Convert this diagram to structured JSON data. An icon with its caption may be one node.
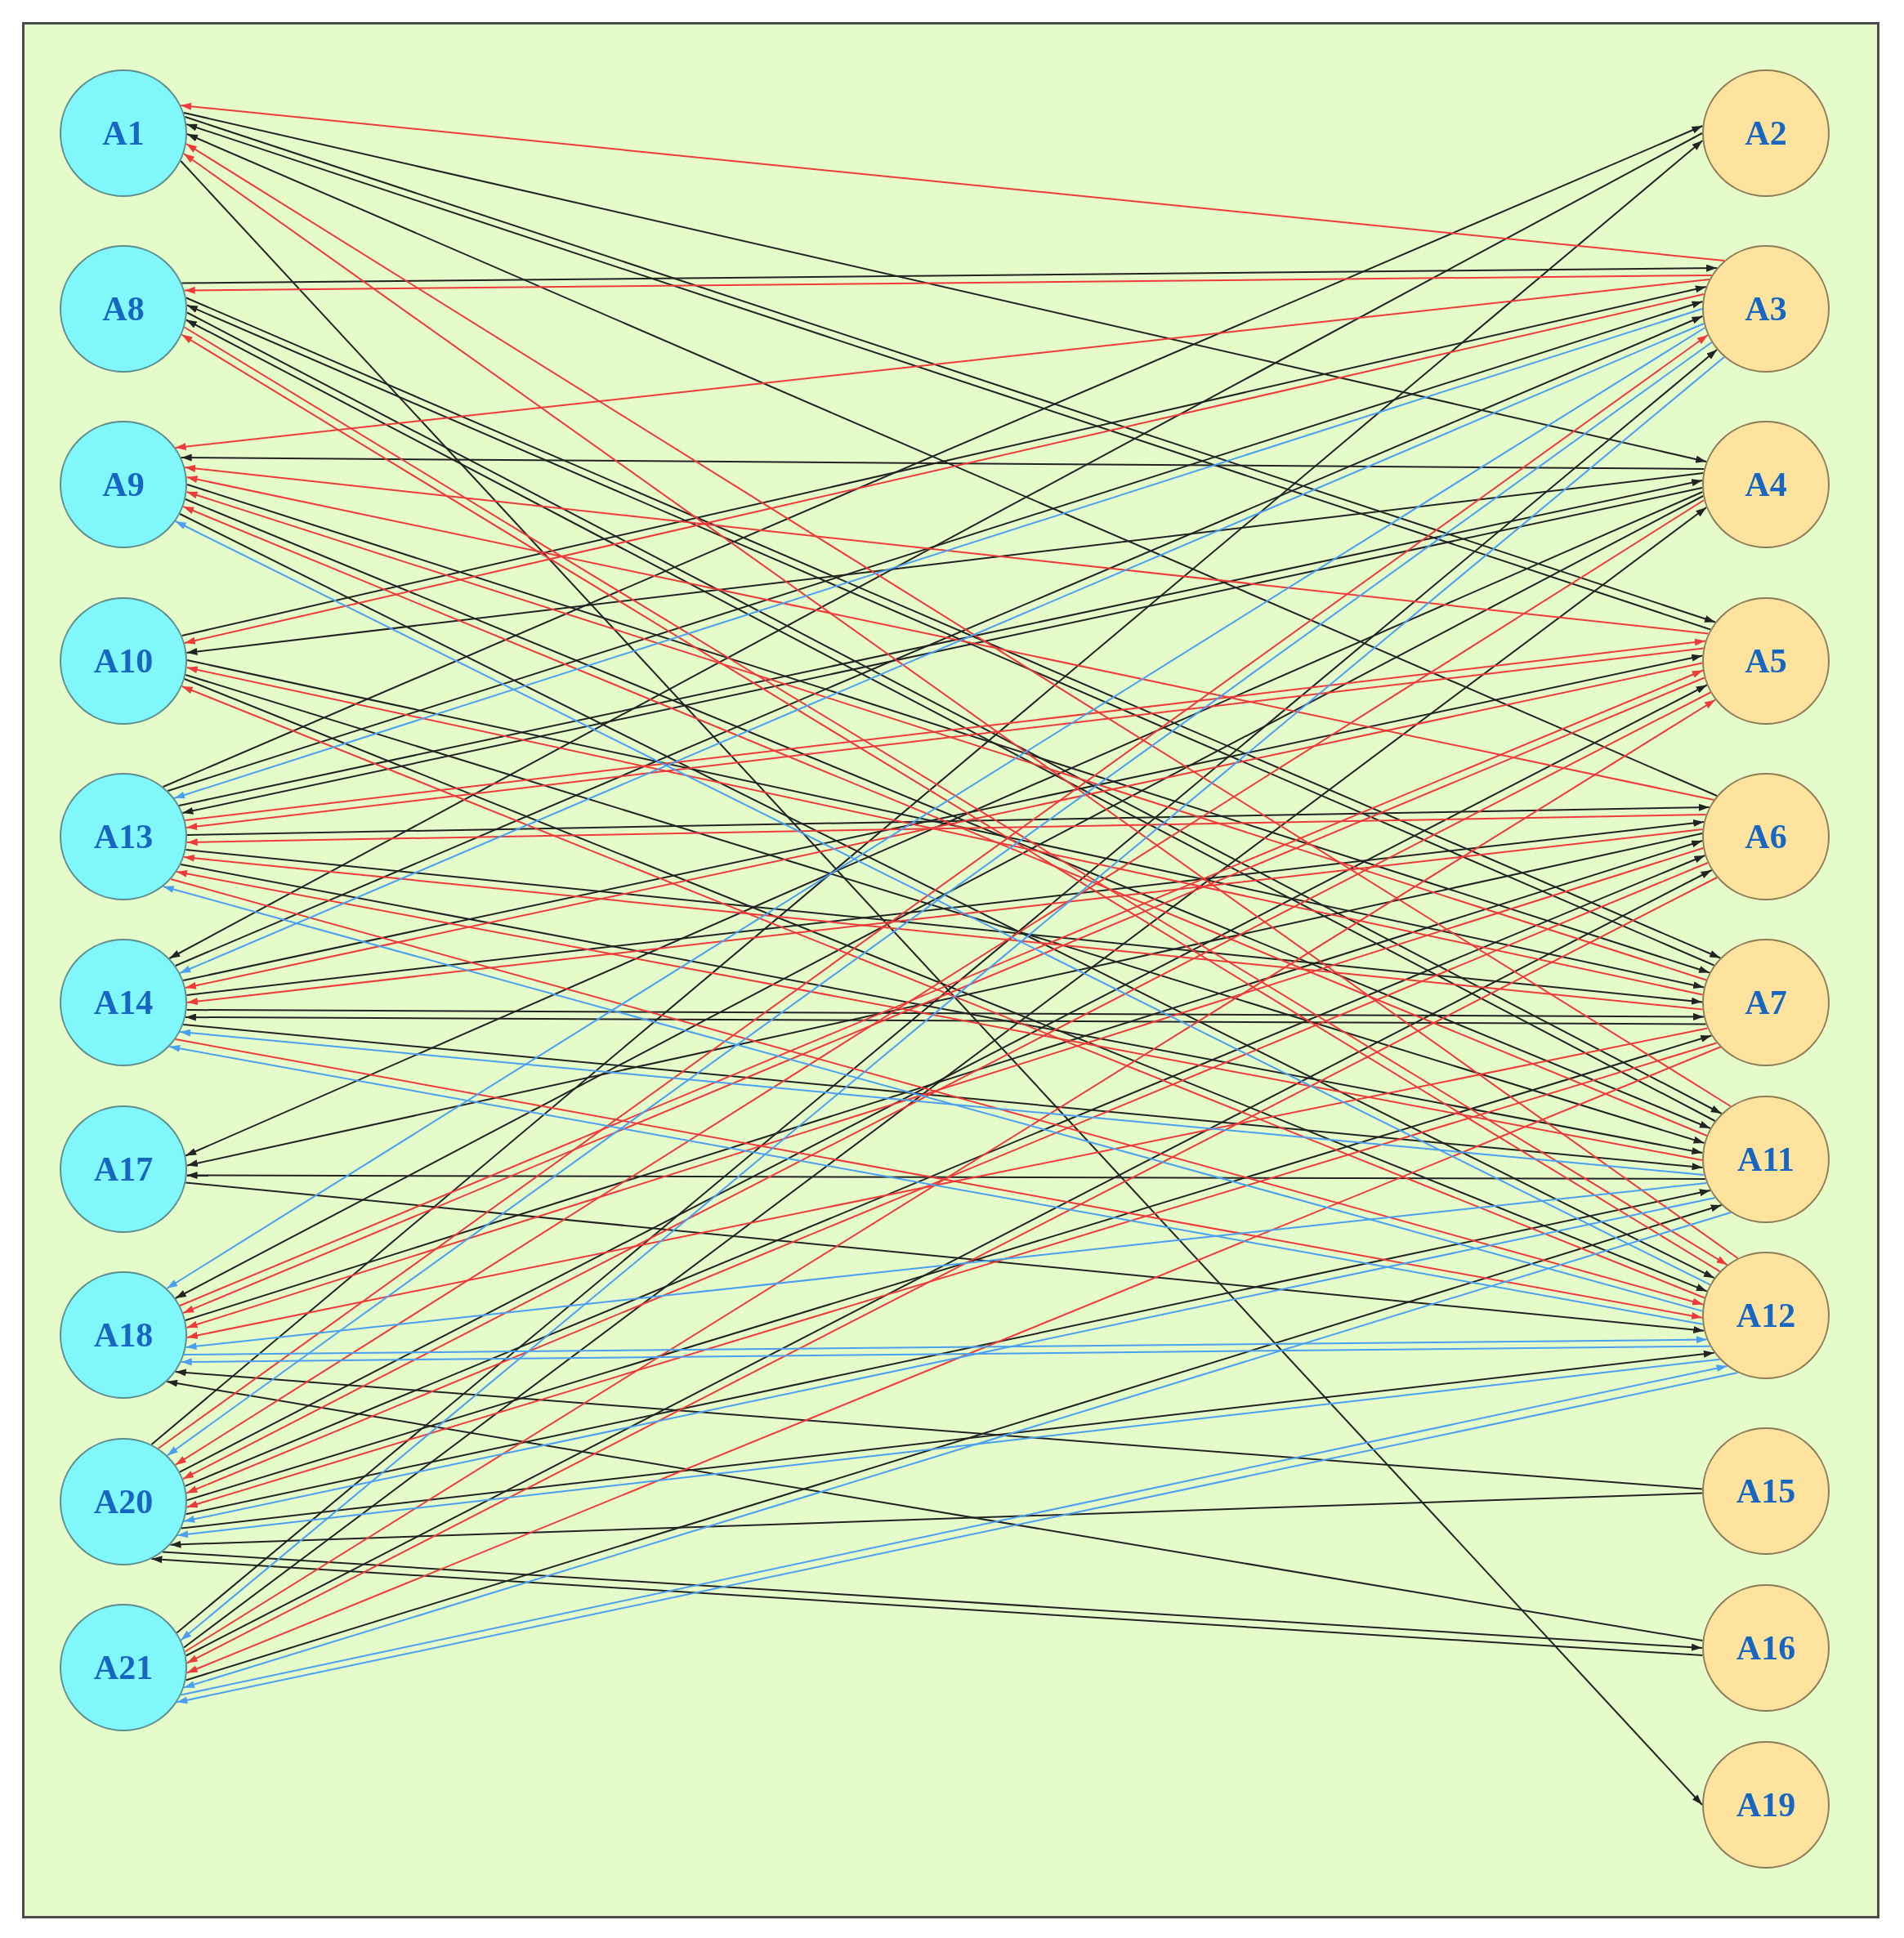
{
  "diagram": {
    "nodes": [
      {
        "text": [
          "A1"
        ]
      },
      {
        "text": [
          "A8"
        ]
      },
      {
        "text": [
          "A9"
        ]
      },
      {
        "text": [
          "A10"
        ]
      },
      {
        "text": [
          "A13"
        ]
      },
      {
        "text": [
          "A14"
        ]
      },
      {
        "text": [
          "A17"
        ]
      },
      {
        "text": [
          "A18"
        ]
      },
      {
        "text": [
          "A20"
        ]
      },
      {
        "text": [
          "A21"
        ]
      },
      {
        "text": [
          "A2"
        ]
      },
      {
        "text": [
          "A3"
        ]
      },
      {
        "text": [
          "A4"
        ]
      },
      {
        "text": [
          "A5"
        ]
      },
      {
        "text": [
          "A6"
        ]
      },
      {
        "text": [
          "A7"
        ]
      },
      {
        "text": [
          "A11"
        ]
      },
      {
        "text": [
          "A12"
        ]
      },
      {
        "text": [
          "A15"
        ]
      },
      {
        "text": [
          "A16"
        ]
      },
      {
        "text": [
          "A19"
        ]
      }
    ],
    "edges": [
      {
        "from": 0,
        "to": 12,
        "arrow": "to"
      },
      {
        "from": 0,
        "to": 13,
        "arrow": "to"
      },
      {
        "from": 0,
        "to": 20,
        "arrow": "to"
      },
      {
        "from": 13,
        "to": 0,
        "arrow": "to"
      },
      {
        "from": 14,
        "to": 0,
        "arrow": "to"
      },
      {
        "from": 1,
        "to": 11,
        "arrow": "to"
      },
      {
        "from": 1,
        "to": 15,
        "arrow": "to"
      },
      {
        "from": 1,
        "to": 16,
        "arrow": "to"
      },
      {
        "from": 15,
        "to": 1,
        "arrow": "to"
      },
      {
        "from": 16,
        "to": 1,
        "arrow": "to"
      },
      {
        "from": 2,
        "to": 15,
        "arrow": "to"
      },
      {
        "from": 2,
        "to": 16,
        "arrow": "to"
      },
      {
        "from": 2,
        "to": 17,
        "arrow": "to"
      },
      {
        "from": 12,
        "to": 2,
        "arrow": "to"
      },
      {
        "from": 3,
        "to": 11,
        "arrow": "to"
      },
      {
        "from": 3,
        "to": 15,
        "arrow": "to"
      },
      {
        "from": 3,
        "to": 16,
        "arrow": "to"
      },
      {
        "from": 3,
        "to": 17,
        "arrow": "to"
      },
      {
        "from": 12,
        "to": 3,
        "arrow": "to"
      },
      {
        "from": 4,
        "to": 10,
        "arrow": "to"
      },
      {
        "from": 4,
        "to": 11,
        "arrow": "to"
      },
      {
        "from": 4,
        "to": 12,
        "arrow": "to"
      },
      {
        "from": 4,
        "to": 14,
        "arrow": "to"
      },
      {
        "from": 4,
        "to": 15,
        "arrow": "to"
      },
      {
        "from": 4,
        "to": 16,
        "arrow": "to"
      },
      {
        "from": 12,
        "to": 4,
        "arrow": "to"
      },
      {
        "from": 5,
        "to": 11,
        "arrow": "to"
      },
      {
        "from": 5,
        "to": 13,
        "arrow": "to"
      },
      {
        "from": 5,
        "to": 14,
        "arrow": "to"
      },
      {
        "from": 5,
        "to": 15,
        "arrow": "to"
      },
      {
        "from": 5,
        "to": 16,
        "arrow": "to"
      },
      {
        "from": 10,
        "to": 5,
        "arrow": "to"
      },
      {
        "from": 15,
        "to": 5,
        "arrow": "to"
      },
      {
        "from": 12,
        "to": 6,
        "arrow": "to"
      },
      {
        "from": 14,
        "to": 6,
        "arrow": "to"
      },
      {
        "from": 16,
        "to": 6,
        "arrow": "to"
      },
      {
        "from": 6,
        "to": 17,
        "arrow": "to"
      },
      {
        "from": 7,
        "to": 14,
        "arrow": "to"
      },
      {
        "from": 12,
        "to": 7,
        "arrow": "to"
      },
      {
        "from": 18,
        "to": 7,
        "arrow": "to"
      },
      {
        "from": 19,
        "to": 7,
        "arrow": "to"
      },
      {
        "from": 8,
        "to": 10,
        "arrow": "to"
      },
      {
        "from": 8,
        "to": 13,
        "arrow": "to"
      },
      {
        "from": 8,
        "to": 14,
        "arrow": "to"
      },
      {
        "from": 8,
        "to": 15,
        "arrow": "to"
      },
      {
        "from": 8,
        "to": 16,
        "arrow": "to"
      },
      {
        "from": 8,
        "to": 17,
        "arrow": "to"
      },
      {
        "from": 8,
        "to": 19,
        "arrow": "to"
      },
      {
        "from": 18,
        "to": 8,
        "arrow": "to"
      },
      {
        "from": 19,
        "to": 8,
        "arrow": "to"
      },
      {
        "from": 9,
        "to": 11,
        "arrow": "to"
      },
      {
        "from": 9,
        "to": 12,
        "arrow": "to"
      },
      {
        "from": 9,
        "to": 14,
        "arrow": "to"
      },
      {
        "from": 9,
        "to": 16,
        "arrow": "to"
      },
      {
        "from": 11,
        "to": 0,
        "arrow": "to",
        "color": "#ee3a3a"
      },
      {
        "from": 16,
        "to": 0,
        "arrow": "to",
        "color": "#ee3a3a"
      },
      {
        "from": 17,
        "to": 0,
        "arrow": "to",
        "color": "#ee3a3a"
      },
      {
        "from": 11,
        "to": 1,
        "arrow": "to",
        "color": "#ee3a3a"
      },
      {
        "from": 17,
        "to": 1,
        "arrow": "to",
        "color": "#ee3a3a"
      },
      {
        "from": 1,
        "to": 17,
        "arrow": "to",
        "color": "#ee3a3a"
      },
      {
        "from": 11,
        "to": 2,
        "arrow": "to",
        "color": "#ee3a3a"
      },
      {
        "from": 13,
        "to": 2,
        "arrow": "to",
        "color": "#ee3a3a"
      },
      {
        "from": 14,
        "to": 2,
        "arrow": "to",
        "color": "#ee3a3a"
      },
      {
        "from": 15,
        "to": 2,
        "arrow": "to",
        "color": "#ee3a3a"
      },
      {
        "from": 16,
        "to": 2,
        "arrow": "to",
        "color": "#ee3a3a"
      },
      {
        "from": 11,
        "to": 3,
        "arrow": "to",
        "color": "#ee3a3a"
      },
      {
        "from": 15,
        "to": 3,
        "arrow": "to",
        "color": "#ee3a3a"
      },
      {
        "from": 17,
        "to": 3,
        "arrow": "to",
        "color": "#ee3a3a"
      },
      {
        "from": 13,
        "to": 4,
        "arrow": "to",
        "color": "#ee3a3a"
      },
      {
        "from": 14,
        "to": 4,
        "arrow": "to",
        "color": "#ee3a3a"
      },
      {
        "from": 15,
        "to": 4,
        "arrow": "to",
        "color": "#ee3a3a"
      },
      {
        "from": 16,
        "to": 4,
        "arrow": "to",
        "color": "#ee3a3a"
      },
      {
        "from": 4,
        "to": 13,
        "arrow": "to",
        "color": "#ee3a3a"
      },
      {
        "from": 4,
        "to": 17,
        "arrow": "to",
        "color": "#ee3a3a"
      },
      {
        "from": 13,
        "to": 5,
        "arrow": "to",
        "color": "#ee3a3a"
      },
      {
        "from": 14,
        "to": 5,
        "arrow": "to",
        "color": "#ee3a3a"
      },
      {
        "from": 5,
        "to": 17,
        "arrow": "to",
        "color": "#ee3a3a"
      },
      {
        "from": 13,
        "to": 7,
        "arrow": "to",
        "color": "#ee3a3a"
      },
      {
        "from": 14,
        "to": 7,
        "arrow": "to",
        "color": "#ee3a3a"
      },
      {
        "from": 15,
        "to": 7,
        "arrow": "to",
        "color": "#ee3a3a"
      },
      {
        "from": 7,
        "to": 13,
        "arrow": "to",
        "color": "#ee3a3a"
      },
      {
        "from": 12,
        "to": 8,
        "arrow": "to",
        "color": "#ee3a3a"
      },
      {
        "from": 13,
        "to": 8,
        "arrow": "to",
        "color": "#ee3a3a"
      },
      {
        "from": 14,
        "to": 8,
        "arrow": "to",
        "color": "#ee3a3a"
      },
      {
        "from": 15,
        "to": 8,
        "arrow": "to",
        "color": "#ee3a3a"
      },
      {
        "from": 8,
        "to": 11,
        "arrow": "to",
        "color": "#ee3a3a"
      },
      {
        "from": 14,
        "to": 9,
        "arrow": "to",
        "color": "#ee3a3a"
      },
      {
        "from": 15,
        "to": 9,
        "arrow": "to",
        "color": "#ee3a3a"
      },
      {
        "from": 9,
        "to": 13,
        "arrow": "to",
        "color": "#ee3a3a"
      },
      {
        "from": 11,
        "to": 4,
        "arrow": "to",
        "color": "#4a9ff0"
      },
      {
        "from": 11,
        "to": 5,
        "arrow": "to",
        "color": "#4a9ff0"
      },
      {
        "from": 11,
        "to": 7,
        "arrow": "to",
        "color": "#4a9ff0"
      },
      {
        "from": 11,
        "to": 8,
        "arrow": "to",
        "color": "#4a9ff0"
      },
      {
        "from": 11,
        "to": 9,
        "arrow": "to",
        "color": "#4a9ff0"
      },
      {
        "from": 16,
        "to": 5,
        "arrow": "to",
        "color": "#4a9ff0"
      },
      {
        "from": 16,
        "to": 7,
        "arrow": "to",
        "color": "#4a9ff0"
      },
      {
        "from": 16,
        "to": 8,
        "arrow": "to",
        "color": "#4a9ff0"
      },
      {
        "from": 16,
        "to": 9,
        "arrow": "to",
        "color": "#4a9ff0"
      },
      {
        "from": 17,
        "to": 2,
        "arrow": "to",
        "color": "#4a9ff0"
      },
      {
        "from": 17,
        "to": 4,
        "arrow": "to",
        "color": "#4a9ff0"
      },
      {
        "from": 17,
        "to": 5,
        "arrow": "to",
        "color": "#4a9ff0"
      },
      {
        "from": 17,
        "to": 7,
        "arrow": "to",
        "color": "#4a9ff0"
      },
      {
        "from": 17,
        "to": 8,
        "arrow": "to",
        "color": "#4a9ff0"
      },
      {
        "from": 17,
        "to": 9,
        "arrow": "to",
        "color": "#4a9ff0"
      },
      {
        "from": 7,
        "to": 17,
        "arrow": "to",
        "color": "#4a9ff0"
      },
      {
        "from": 9,
        "to": 17,
        "arrow": "to",
        "color": "#4a9ff0"
      }
    ]
  }
}
